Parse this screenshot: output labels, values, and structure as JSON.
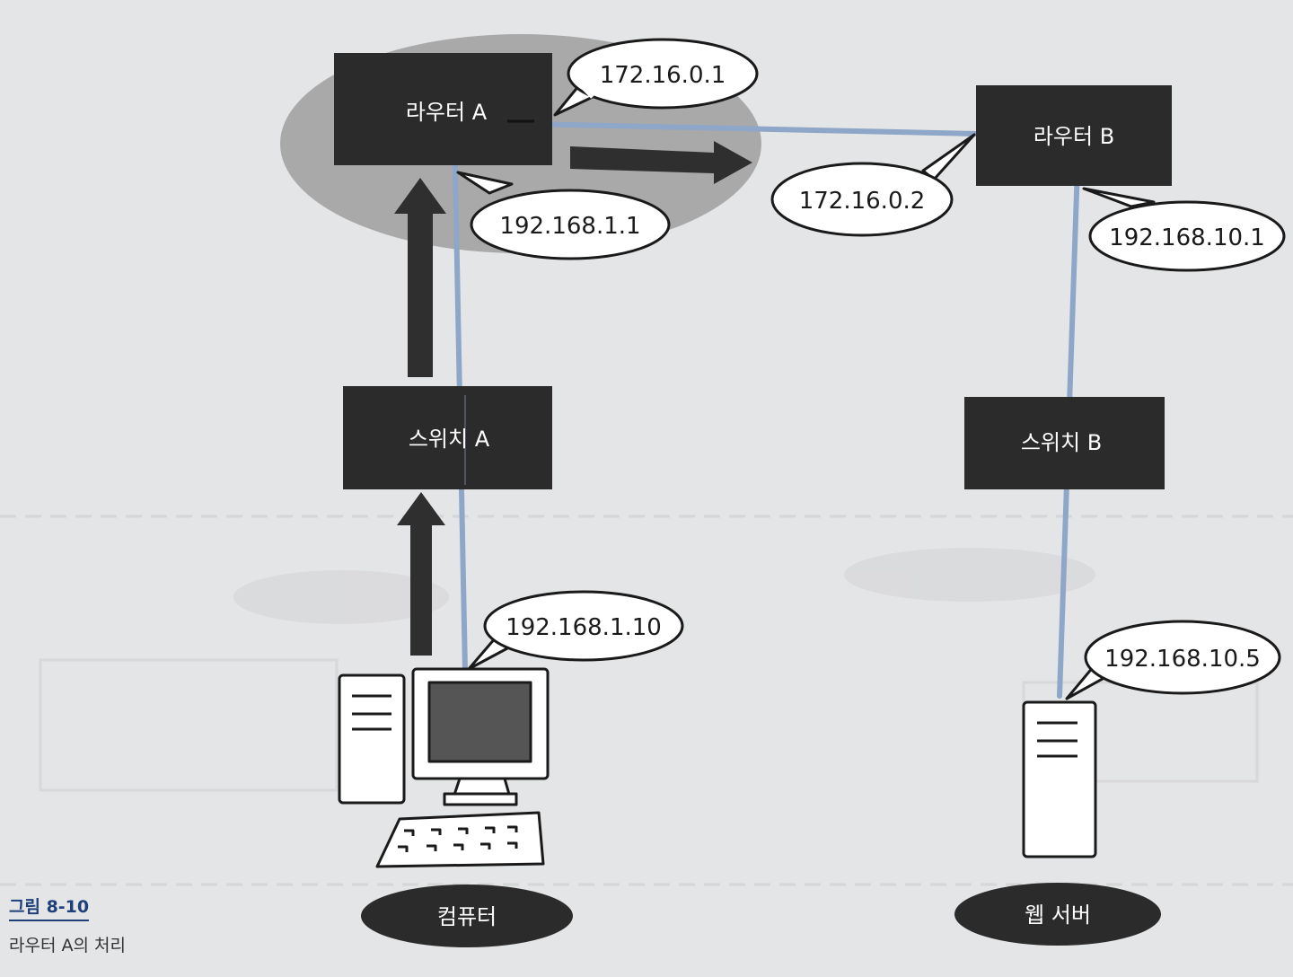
{
  "nodes": {
    "router_a": "라우터 A",
    "router_b": "라우터 B",
    "switch_a": "스위치 A",
    "switch_b": "스위치 B",
    "computer": "컴퓨터",
    "web_server": "웹 서버"
  },
  "addresses": {
    "router_a_wan": "172.16.0.1",
    "router_a_lan": "192.168.1.1",
    "router_b_wan": "172.16.0.2",
    "router_b_lan": "192.168.10.1",
    "computer": "192.168.1.10",
    "web_server": "192.168.10.5"
  },
  "caption": {
    "number": "그림 8-10",
    "title": "라우터 A의 처리"
  },
  "colors": {
    "link": "#8ea6c8",
    "box": "#2b2b2b",
    "highlight": "#a9a9a9",
    "arrow": "#2f2f2f"
  }
}
